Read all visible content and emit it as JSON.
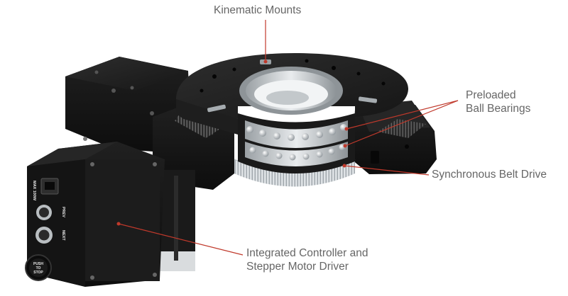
{
  "callouts": {
    "kinematic_mounts": "Kinematic Mounts",
    "bearings_line1": "Preloaded",
    "bearings_line2": "Ball Bearings",
    "belt_drive": "Synchronous Belt Drive",
    "controller_line1": "Integrated Controller and",
    "controller_line2": "Stepper Motor Driver"
  },
  "panel_labels": {
    "max": "MAX 100W",
    "prev": "PREV",
    "next": "NEXT",
    "stop_line1": "PUSH",
    "stop_line2": "TO",
    "stop_line3": "STOP"
  },
  "colors": {
    "leader_line": "#c0392b",
    "callout_text": "#666666",
    "body_black": "#1b1b1b",
    "aluminum": "#cfd3d6"
  }
}
